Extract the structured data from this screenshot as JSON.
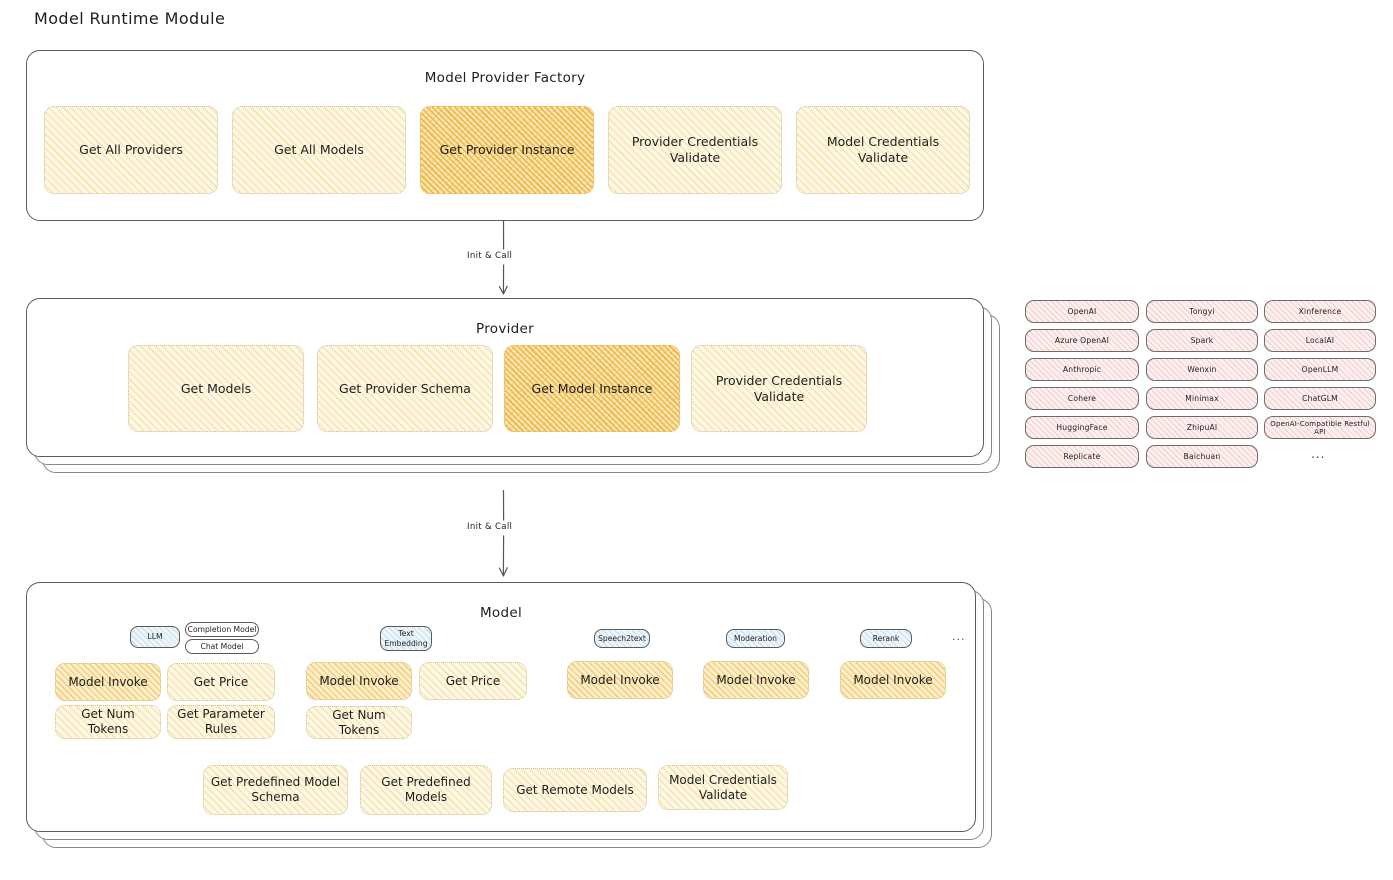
{
  "page": {
    "title": "Model Runtime Module"
  },
  "arrows": [
    {
      "label": "Init & Call"
    },
    {
      "label": "Init & Call"
    }
  ],
  "factory": {
    "title": "Model Provider Factory",
    "methods": [
      {
        "label": "Get All Providers",
        "highlight": false
      },
      {
        "label": "Get All Models",
        "highlight": false
      },
      {
        "label": "Get Provider Instance",
        "highlight": true
      },
      {
        "label": "Provider Credentials Validate",
        "highlight": false
      },
      {
        "label": "Model Credentials Validate",
        "highlight": false
      }
    ]
  },
  "provider": {
    "title": "Provider",
    "methods": [
      {
        "label": "Get Models",
        "highlight": false
      },
      {
        "label": "Get Provider Schema",
        "highlight": false
      },
      {
        "label": "Get Model Instance",
        "highlight": true
      },
      {
        "label": "Provider Credentials Validate",
        "highlight": false
      }
    ]
  },
  "provider_list": {
    "columns": [
      [
        "OpenAI",
        "Azure OpenAI",
        "Anthropic",
        "Cohere",
        "HuggingFace",
        "Replicate"
      ],
      [
        "Tongyi",
        "Spark",
        "Wenxin",
        "Minimax",
        "ZhipuAI",
        "Baichuan"
      ],
      [
        "Xinference",
        "LocalAI",
        "OpenLLM",
        "ChatGLM",
        "OpenAI-Compatible Restful API"
      ]
    ],
    "more": "..."
  },
  "model": {
    "title": "Model",
    "more": "...",
    "types": [
      {
        "name": "LLM",
        "sub_labels": [
          "Completion Model",
          "Chat Model"
        ],
        "methods": [
          {
            "label": "Model Invoke",
            "highlight": true
          },
          {
            "label": "Get Price",
            "highlight": false
          },
          {
            "label": "Get Num Tokens",
            "highlight": false
          },
          {
            "label": "Get Parameter Rules",
            "highlight": false
          }
        ]
      },
      {
        "name": "Text Embedding",
        "sub_labels": [],
        "methods": [
          {
            "label": "Model Invoke",
            "highlight": true
          },
          {
            "label": "Get Price",
            "highlight": false
          },
          {
            "label": "Get Num Tokens",
            "highlight": false
          }
        ]
      },
      {
        "name": "Speech2text",
        "sub_labels": [],
        "methods": [
          {
            "label": "Model Invoke",
            "highlight": true
          }
        ]
      },
      {
        "name": "Moderation",
        "sub_labels": [],
        "methods": [
          {
            "label": "Model Invoke",
            "highlight": true
          }
        ]
      },
      {
        "name": "Rerank",
        "sub_labels": [],
        "methods": [
          {
            "label": "Model Invoke",
            "highlight": true
          }
        ]
      }
    ],
    "shared_methods": [
      {
        "label": "Get Predefined Model Schema"
      },
      {
        "label": "Get Predefined Models"
      },
      {
        "label": "Get Remote Models"
      },
      {
        "label": "Model Credentials Validate"
      }
    ]
  },
  "colors": {
    "fill_light": "#fdf8e6",
    "fill_mid": "#fceecb",
    "fill_highlight": "#fbe6b4",
    "chip_pink": "#fdf0f0",
    "chip_blue": "#eef6fb",
    "stroke": "#1e1e1e"
  }
}
